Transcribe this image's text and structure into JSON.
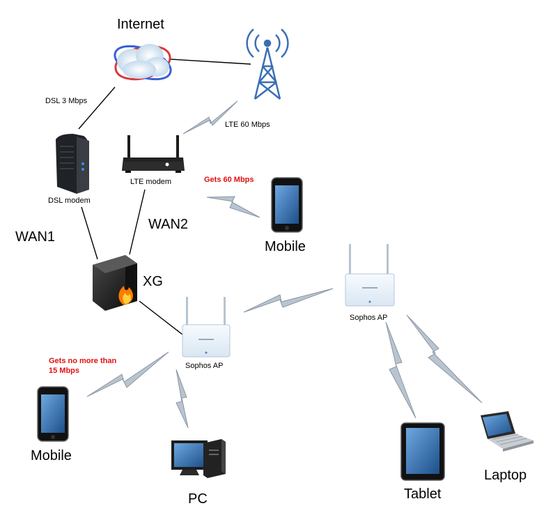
{
  "nodes": {
    "internet": "Internet",
    "dsl_modem": "DSL modem",
    "lte_modem": "LTE modem",
    "xg": "XG",
    "sophos_ap_1": "Sophos AP",
    "sophos_ap_2": "Sophos AP",
    "mobile_top": "Mobile",
    "mobile_bottom": "Mobile",
    "pc": "PC",
    "tablet": "Tablet",
    "laptop": "Laptop"
  },
  "links": {
    "dsl": "DSL 3 Mbps",
    "lte": "LTE 60 Mbps",
    "wan1": "WAN1",
    "wan2": "WAN2"
  },
  "annotations": {
    "gets_60": "Gets 60 Mbps",
    "gets_15_line1": "Gets no more than",
    "gets_15_line2": "15 Mbps"
  },
  "colors": {
    "annotation": "#e01010",
    "wireless": "#b8c4d0",
    "wireless_stroke": "#8a96a4",
    "tower": "#3a6fb5"
  }
}
